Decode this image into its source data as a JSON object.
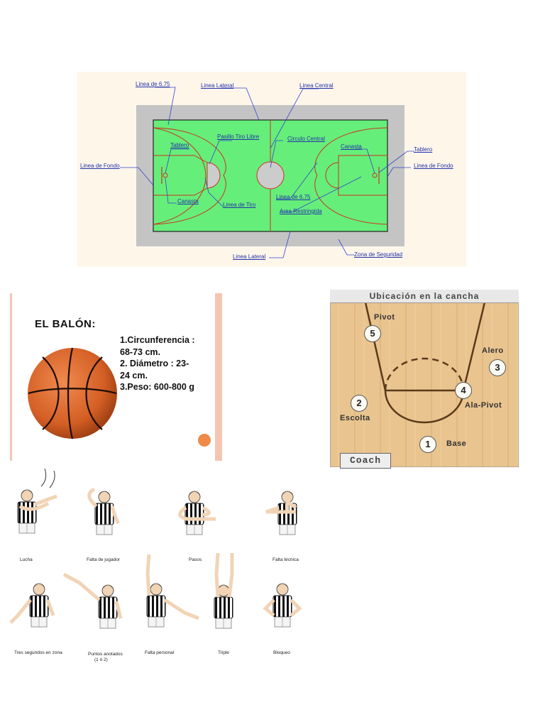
{
  "court": {
    "labels": {
      "linea_675_top": "Linea de 6.75",
      "linea_lateral_top": "Linea Lateral",
      "linea_central": "Linea Central",
      "pasillo_tiro_libre": "Pasillo Tiro Libre",
      "circulo_central": "Circulo Central",
      "tablero_left": "Tablero",
      "canasta_right": "Canasta",
      "tablero_right": "Tablero",
      "linea_fondo_left": "Linea de Fondo",
      "linea_fondo_right": "Linea de Fondo",
      "canasta_left": "Canasta",
      "linea_tiro": "Linea de Tiro",
      "linea_675_mid": "Linea de 6.75",
      "area_restringida": "Area Restringida",
      "linea_lateral_bottom": "Linea Lateral",
      "zona_seguridad": "Zona de Seguridad"
    },
    "colors": {
      "floor": "#66ee7a",
      "margin": "#c4c4c4",
      "lines": "#cc3322",
      "circle": "#cccccc"
    }
  },
  "ball": {
    "title": "EL BALÓN:",
    "lines": [
      "1.Circunferencia :",
      "68-73 cm.",
      "2. Diámetro : 23-",
      "24 cm.",
      "3.Peso: 600-800 g"
    ],
    "colors": {
      "ball": "#d9612a",
      "seams": "#1a0d05",
      "accent": "#ef8a4a"
    }
  },
  "positions": {
    "header": "Ubicación en la cancha",
    "players": [
      {
        "number": "5",
        "name": "Pivot"
      },
      {
        "number": "3",
        "name": "Alero"
      },
      {
        "number": "2",
        "name": "Escolta"
      },
      {
        "number": "4",
        "name": "Ala-Pivot"
      },
      {
        "number": "1",
        "name": "Base"
      }
    ],
    "coach_button": "Coach",
    "colors": {
      "floor": "#e9c48f",
      "lines": "#5a3a1a"
    }
  },
  "signals": [
    {
      "name": "Lucha"
    },
    {
      "name": "Falta de jugador"
    },
    {
      "name": "Pasos"
    },
    {
      "name": "Falta técnica"
    },
    {
      "name": "Tres segundos en zona"
    },
    {
      "name": "Puntos anotados",
      "sub": "(1 ó 2)"
    },
    {
      "name": "Falta personal"
    },
    {
      "name": "Triple"
    },
    {
      "name": "Bloqueo"
    }
  ]
}
